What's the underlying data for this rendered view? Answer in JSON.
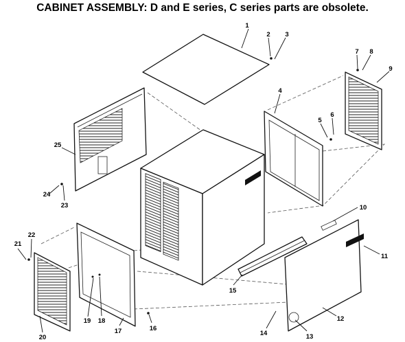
{
  "title": "CABINET ASSEMBLY: D and E series, C series parts are obsolete.",
  "callouts": [
    {
      "n": "1"
    },
    {
      "n": "2"
    },
    {
      "n": "3"
    },
    {
      "n": "4"
    },
    {
      "n": "5"
    },
    {
      "n": "6"
    },
    {
      "n": "7"
    },
    {
      "n": "8"
    },
    {
      "n": "9"
    },
    {
      "n": "10"
    },
    {
      "n": "11"
    },
    {
      "n": "12"
    },
    {
      "n": "13"
    },
    {
      "n": "14"
    },
    {
      "n": "15"
    },
    {
      "n": "16"
    },
    {
      "n": "17"
    },
    {
      "n": "18"
    },
    {
      "n": "19"
    },
    {
      "n": "20"
    },
    {
      "n": "21"
    },
    {
      "n": "22"
    },
    {
      "n": "23"
    },
    {
      "n": "24"
    },
    {
      "n": "25"
    }
  ]
}
